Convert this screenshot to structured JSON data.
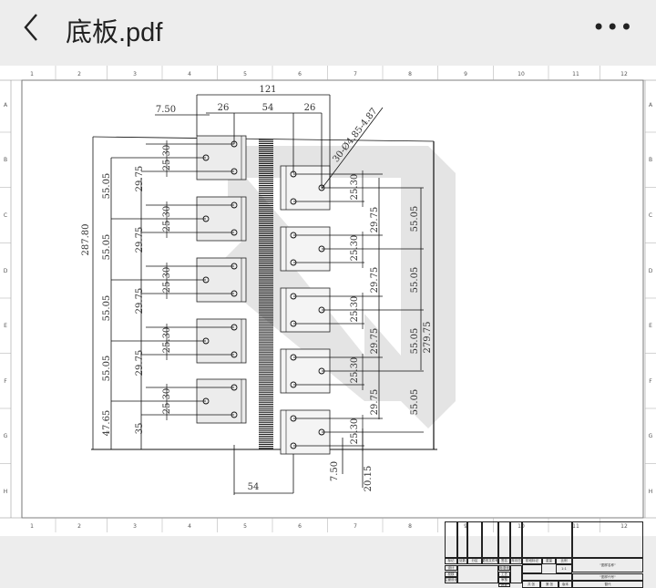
{
  "header": {
    "title": "底板.pdf",
    "back_icon": "chevron-left-icon",
    "more_icon": "more-horizontal-icon"
  },
  "frame": {
    "columns": [
      "1",
      "2",
      "3",
      "4",
      "5",
      "6",
      "7",
      "8",
      "9",
      "10",
      "11",
      "12"
    ],
    "rows": [
      "A",
      "B",
      "C",
      "D",
      "E",
      "F",
      "G",
      "H"
    ]
  },
  "drawing": {
    "dims": [
      "121",
      "7.50",
      "26",
      "54",
      "26",
      "30-Ø4.85-4.87",
      "287.80",
      "55.05",
      "55.05",
      "55.05",
      "55.05",
      "47.65",
      "29.75",
      "29.75",
      "29.75",
      "29.75",
      "35",
      "25.30",
      "25.30",
      "25.30",
      "25.30",
      "25.30",
      "25.30",
      "25.30",
      "25.30",
      "25.30",
      "25.30",
      "29.75",
      "29.75",
      "29.75",
      "29.75",
      "55.05",
      "55.05",
      "55.05",
      "55.05",
      "279.75",
      "7.50",
      "20.15",
      "54"
    ]
  },
  "title_block": {
    "cells": [
      "标记",
      "处数",
      "分区",
      "更改文件号",
      "签名",
      "年月日",
      "设计",
      "标准化",
      "校核",
      "工艺",
      "主管设计",
      "审核",
      "批准",
      "阶段标记",
      "重量",
      "比例",
      "1:1",
      "\"图样名称\"",
      "\"图样代号\"",
      "共 张",
      "第 张",
      "版本",
      "替代"
    ]
  }
}
